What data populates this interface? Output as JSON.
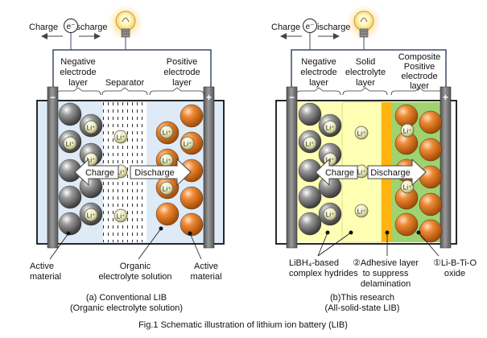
{
  "left": {
    "charge": "Charge",
    "discharge": "Discharge",
    "electron": "e⁻",
    "neg_label": [
      "Negative",
      "electrode",
      "layer"
    ],
    "separator": "Separator",
    "pos_label": [
      "Positive",
      "electrode",
      "layer"
    ],
    "minus": "−",
    "plus": "+",
    "ion": "Li⁺",
    "arrow_charge": "Charge",
    "arrow_discharge": "Discharge",
    "cap_active_left": [
      "Active",
      "material"
    ],
    "cap_organic": [
      "Organic",
      "electrolyte solution"
    ],
    "cap_active_right": [
      "Active",
      "material"
    ],
    "caption": [
      "(a)   Conventional LIB",
      "(Organic electrolyte solution)"
    ]
  },
  "right": {
    "charge": "Charge",
    "discharge": "Discharge",
    "electron": "e⁻",
    "neg_label": [
      "Negative",
      "electrode",
      "layer"
    ],
    "solid_label": [
      "Solid",
      "electrolyte",
      "layer"
    ],
    "comp_label": [
      "Composite",
      "Positive",
      "electrode",
      "layer"
    ],
    "minus": "−",
    "plus": "+",
    "ion": "Li⁺",
    "arrow_charge": "Charge",
    "arrow_discharge": "Discharge",
    "cap_libh4": [
      "LiBH₄-based",
      "complex hydrides"
    ],
    "cap_adhesive": [
      "②Adhesive layer",
      "to suppress",
      "delamination"
    ],
    "cap_oxide": [
      "①Li-B-Ti-O",
      "oxide"
    ],
    "caption": [
      "(b)This research",
      "(All-solid-state LIB)"
    ]
  },
  "figure_caption": "Fig.1 Schematic illustration of lithium ion battery (LIB)",
  "colors": {
    "gray_ball": "#6f6f6f",
    "orange_ball": "#e2701c",
    "yellow_layer": "#ffffb4",
    "green_layer": "#9fd36f",
    "adhesive_layer": "#ffb30f",
    "liquid": "#dce9f8"
  }
}
